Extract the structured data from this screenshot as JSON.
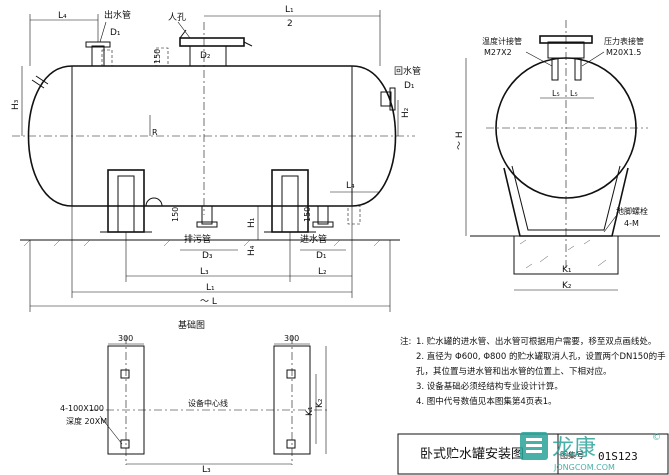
{
  "side_view": {
    "top_labels": {
      "L4": "L₄",
      "outlet_pipe": "出水管",
      "D1_top": "D₁",
      "manhole": "人孔",
      "L1": "L₁",
      "half": "2",
      "D2": "D₂",
      "dim150_top": "150"
    },
    "right_labels": {
      "return_pipe": "回水管",
      "D1_right": "D₁",
      "H2": "H₂",
      "L4_right": "L₄"
    },
    "left_labels": {
      "H3": "H₃",
      "r": "R"
    },
    "bottom_labels": {
      "dim150_a": "150",
      "drain_pipe": "排污管",
      "D3": "D₃",
      "H4": "H₄",
      "H1": "H₁",
      "dim150_b": "150",
      "inlet_pipe": "进水管",
      "D1_bottom": "D₁",
      "L3": "L₃",
      "L2": "L₂",
      "L": "L₁",
      "approx_L": "～ L"
    }
  },
  "end_view": {
    "thermometer": "温度计接管",
    "thermometer_spec": "M27X2",
    "pressure_gauge": "压力表接管",
    "pressure_spec": "M20X1.5",
    "L5_left": "L₅",
    "L5_right": "L₅",
    "approx_H": "～ H",
    "anchor_bolt": "地脚螺栓",
    "anchor_spec": "4-M",
    "K1": "K₁",
    "K2": "K₂"
  },
  "foundation": {
    "title": "基础图",
    "w_left": "300",
    "w_right": "300",
    "hole_spec": "4-100X100",
    "depth_spec": "深度 20XM",
    "center_line": "设备中心线",
    "K1": "K₁",
    "K2": "K₂",
    "L3": "L₃"
  },
  "notes": {
    "prefix": "注:",
    "items": [
      "1. 贮水罐的进水管、出水管可根据用户需要，移至双点画线处。",
      "2. 直径为 Φ600, Φ800 的贮水罐取消人孔，设置两个DN150的手",
      "   孔，其位置与进水管和出水管的位置上、下相对应。",
      "3. 设备基础必须经结构专业设计计算。",
      "4. 图中代号数值见本图集第4页表1。"
    ]
  },
  "title_block": {
    "title": "卧式贮水罐安装图",
    "drawing_no_label": "图集号",
    "drawing_no": "01S123"
  },
  "watermark": {
    "brand": "龙康",
    "domain": "JONGCOM.COM",
    "mark": "©"
  }
}
